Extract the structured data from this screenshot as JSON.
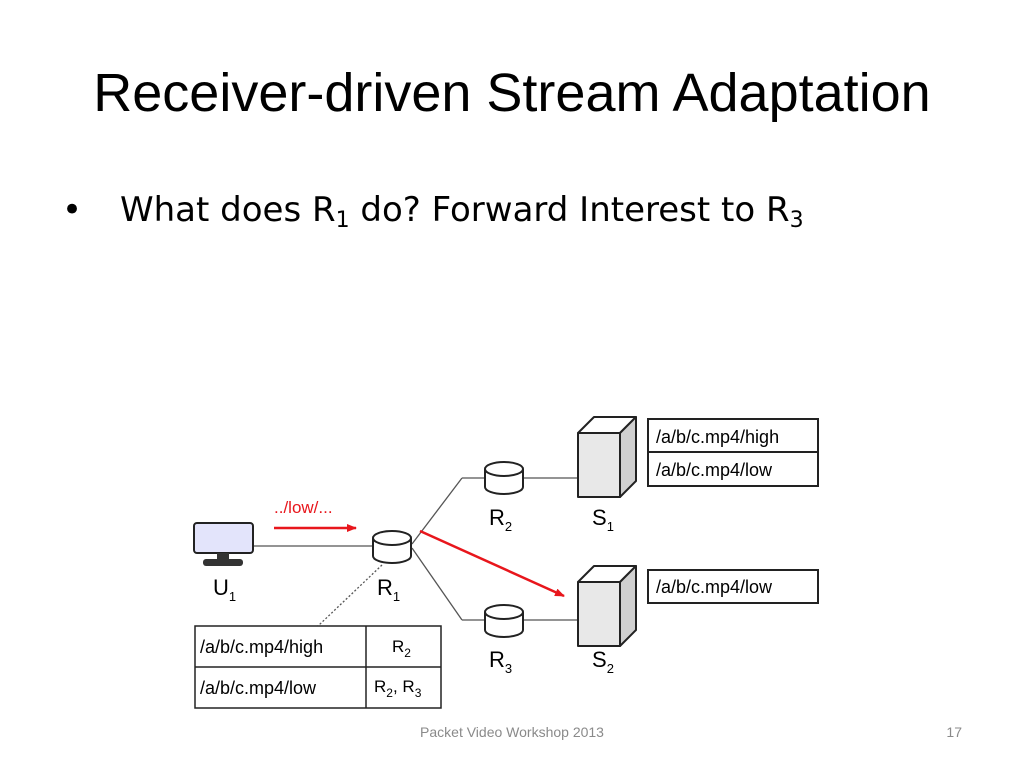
{
  "slide": {
    "title": "Receiver-driven Stream Adaptation",
    "bullet": {
      "marker": "•",
      "parts": [
        "What does R",
        "1",
        " do? Forward Interest to R",
        "3"
      ]
    },
    "footer": {
      "text": "Packet Video Workshop 2013",
      "page_number": "17"
    }
  },
  "diagram": {
    "interest_label": "../low/...",
    "nodes": {
      "user": {
        "letter": "U",
        "sub": "1"
      },
      "router1": {
        "letter": "R",
        "sub": "1"
      },
      "router2": {
        "letter": "R",
        "sub": "2"
      },
      "router3": {
        "letter": "R",
        "sub": "3"
      },
      "server1": {
        "letter": "S",
        "sub": "1"
      },
      "server2": {
        "letter": "S",
        "sub": "2"
      }
    },
    "server1_content": [
      "/a/b/c.mp4/high",
      "/a/b/c.mp4/low"
    ],
    "server2_content": [
      "/a/b/c.mp4/low"
    ],
    "fib_table": [
      {
        "prefix": "/a/b/c.mp4/high",
        "next_hop": [
          {
            "letter": "R",
            "sub": "2"
          }
        ]
      },
      {
        "prefix": "/a/b/c.mp4/low",
        "next_hop": [
          {
            "letter": "R",
            "sub": "2"
          },
          {
            "letter": "R",
            "sub": "3"
          }
        ]
      }
    ],
    "colors": {
      "interest_arrow": "#e8161c",
      "monitor": "#e3e4fb",
      "server": "#e8e8e8",
      "link": "#555555"
    }
  }
}
